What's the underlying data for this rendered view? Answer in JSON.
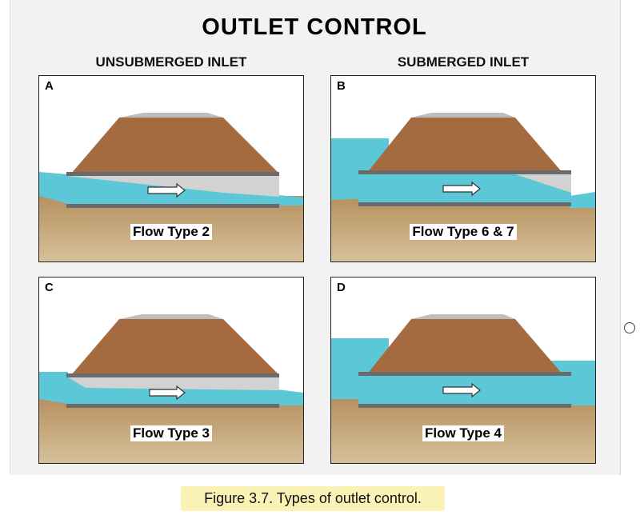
{
  "title": "OUTLET CONTROL",
  "columns": {
    "left": "UNSUBMERGED INLET",
    "right": "SUBMERGED INLET"
  },
  "panels": [
    {
      "letter": "A",
      "label": "Flow Type 2"
    },
    {
      "letter": "B",
      "label": "Flow Type 6 & 7"
    },
    {
      "letter": "C",
      "label": "Flow Type 3"
    },
    {
      "letter": "D",
      "label": "Flow Type 4"
    }
  ],
  "caption": "Figure 3.7.  Types of outlet control.",
  "colors": {
    "water": "#5cc7d6",
    "embankment": "#a36b3f",
    "ground": "#b08856",
    "road": "#bdbdbd",
    "culvert_air": "#d2d2d2"
  }
}
